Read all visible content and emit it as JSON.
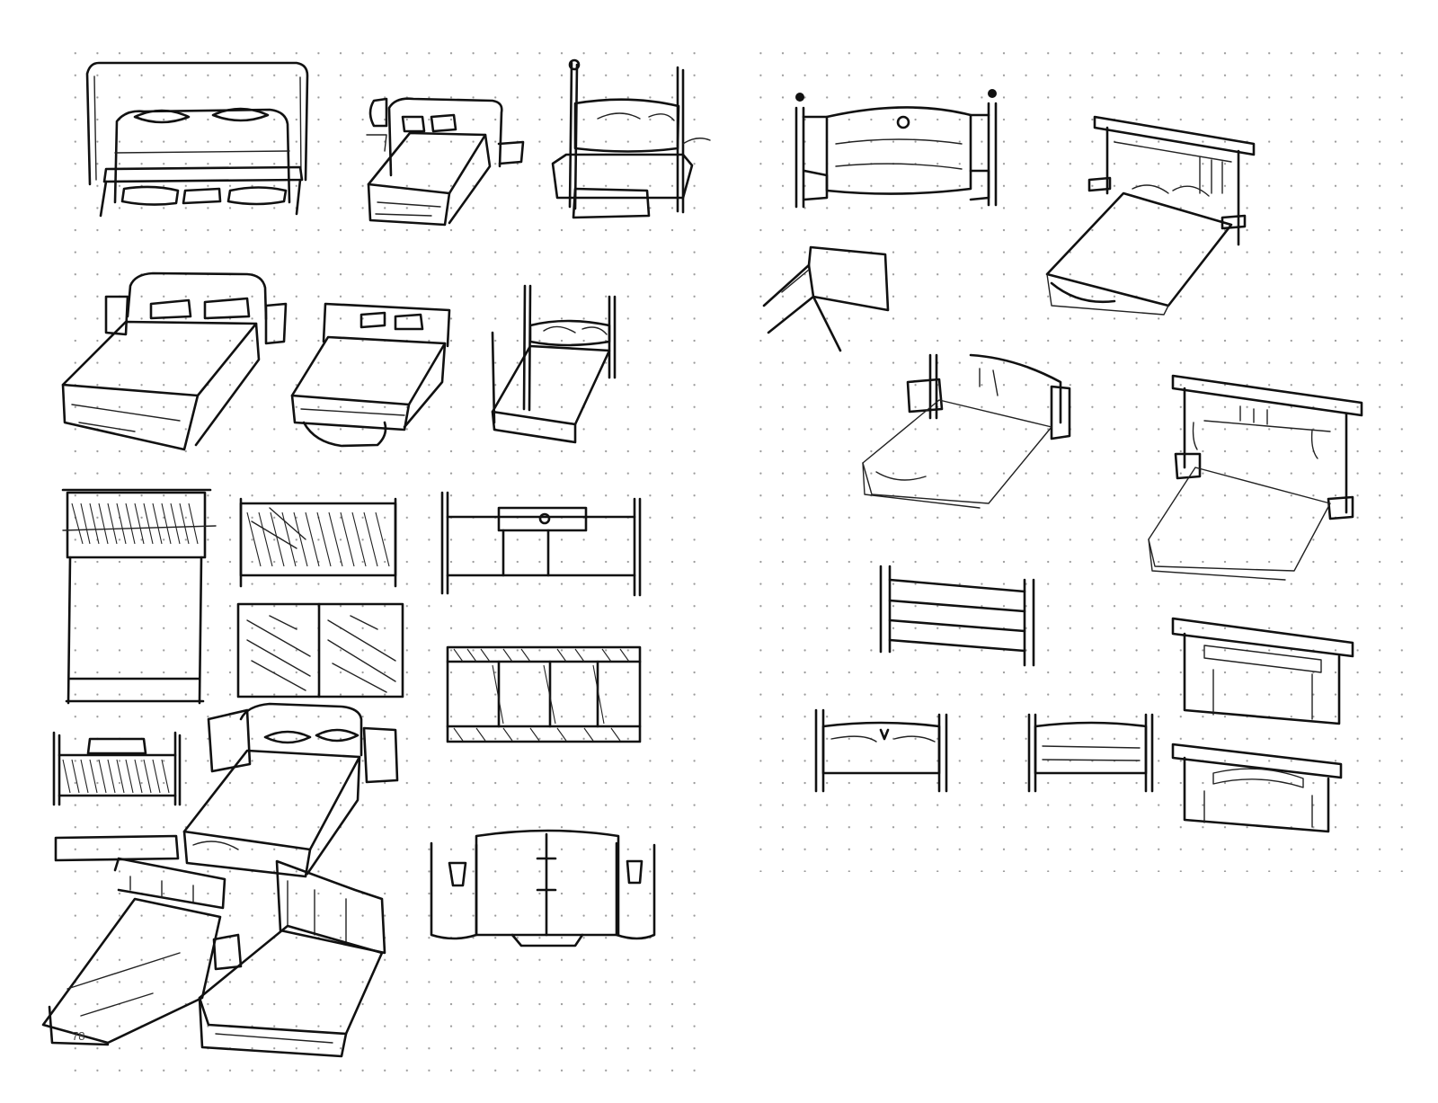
{
  "pages": [
    {
      "side": "left",
      "page_number": "78"
    },
    {
      "side": "right",
      "page_number": ""
    }
  ],
  "colors": {
    "paper": "#ffffff",
    "ink": "#111111",
    "dot_grid": "#9a9a9a"
  },
  "left_page_sketches": [
    "double-bed-with-tall-panel-headboard",
    "single-bed-with-side-tables",
    "four-poster-bed-front",
    "double-bed-with-nightstands",
    "single-bed-perspective",
    "four-poster-single-bed",
    "bed-top-view-with-carved-headboard",
    "carved-headboard-panel",
    "chevron-headboard-panel",
    "headboard-with-ornament",
    "lattice-headboard",
    "small-carved-headboard",
    "bed-with-side-cabinets",
    "headboard-with-hanging-lamps",
    "twin-beds-with-shelf-headboards"
  ],
  "right_page_sketches": [
    "ornate-headboard-with-finials",
    "bed-with-shelf-headboard",
    "simple-bed-perspective",
    "bed-with-nightstands-perspective",
    "bed-with-bookcase-headboard",
    "slatted-headboard",
    "shelf-headboard-block",
    "headboard-with-center-ornament",
    "plain-headboard",
    "shelf-headboard-block-alt"
  ]
}
